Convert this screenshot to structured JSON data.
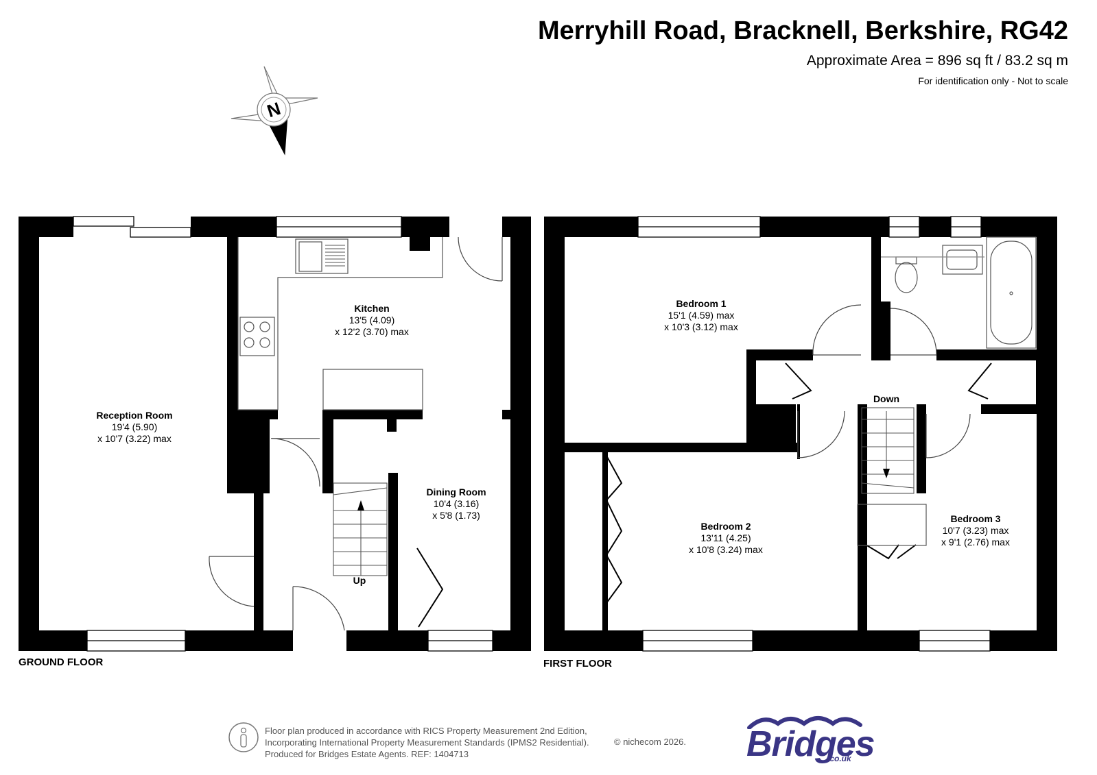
{
  "header": {
    "title": "Merryhill Road, Bracknell, Berkshire, RG42",
    "area": "Approximate Area = 896 sq ft / 83.2 sq m",
    "note": "For identification only - Not to scale"
  },
  "compass": {
    "letter": "N"
  },
  "ground_floor": {
    "label": "GROUND FLOOR",
    "stairs_label": "Up",
    "rooms": [
      {
        "name": "Reception Room",
        "dim1": "19'4 (5.90)",
        "dim2": "x 10'7 (3.22) max"
      },
      {
        "name": "Kitchen",
        "dim1": "13'5 (4.09)",
        "dim2": "x 12'2 (3.70) max"
      },
      {
        "name": "Dining Room",
        "dim1": "10'4 (3.16)",
        "dim2": "x 5'8 (1.73)"
      }
    ]
  },
  "first_floor": {
    "label": "FIRST FLOOR",
    "stairs_label": "Down",
    "rooms": [
      {
        "name": "Bedroom 1",
        "dim1": "15'1 (4.59) max",
        "dim2": "x 10'3 (3.12) max"
      },
      {
        "name": "Bedroom 2",
        "dim1": "13'11 (4.25)",
        "dim2": "x 10'8 (3.24) max"
      },
      {
        "name": "Bedroom 3",
        "dim1": "10'7 (3.23) max",
        "dim2": "x 9'1 (2.76) max"
      }
    ]
  },
  "footer": {
    "line1": "Floor plan produced in accordance with RICS Property Measurement 2nd Edition,",
    "line2": "Incorporating International Property Measurement Standards (IPMS2 Residential).",
    "line3": "Produced for Bridges Estate Agents.   REF: 1404713",
    "copyright": "© nichecom 2026.",
    "brand": "Bridges",
    "brand_sub": ".co.uk"
  },
  "colors": {
    "wall": "#000000",
    "brand": "#3a3585",
    "fixture": "#555555"
  }
}
